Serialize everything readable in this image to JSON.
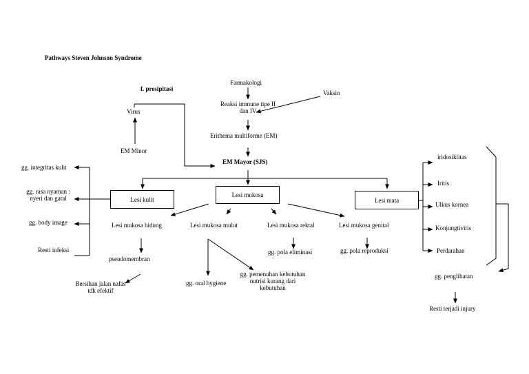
{
  "title": "Pathways Steven Johnson Syndrome",
  "nodes": {
    "f_presipitasi": "f. presipitasi",
    "farmakologi": "Farmakologi",
    "vaksin": "Vaksin",
    "virus": "Virus",
    "reaksi_imun_line1": "Reaksi immune tipe II",
    "reaksi_imun_line2": "dan IV",
    "erithema": "Erithema multiforme (EM)",
    "em_minor": "EM Minor",
    "em_mayor": "EM Mayor (SJS)",
    "lesi_kulit": "Lesi kulit",
    "lesi_mukosa": "Lesi mukosa",
    "lesi_mata": "Lesi mata",
    "lesi_hidung": "Lesi mukosa hidung",
    "lesi_mulut": "Lesi mukosa mulut",
    "lesi_rektal": "Lesi mukosa rektal",
    "lesi_genital": "Lesi mukosa genital",
    "pseudomembran": "pseudomembran",
    "bersihan_line1": "Bersihan jalan nafas",
    "bersihan_line2": "tdk efektif",
    "oral_hygiene": "gg. oral hygiene",
    "pemenuhan_line1": "gg. pemenuhan kebutuhan",
    "pemenuhan_line2": "nutrisi kurang dari",
    "pemenuhan_line3": "kebutuhan",
    "pola_eliminasi": "gg. pola eliminasi",
    "pola_reproduksi": "gg. pola reproduksi",
    "integritas_kulit": "gg. integritas kulit",
    "rasa_nyaman_line1": "gg. rasa nyaman :",
    "rasa_nyaman_line2": "nyeri dan gatal",
    "body_image": "gg. body image",
    "resti_infeksi": "Resti infeksi",
    "iridosiklitas": "iridosiklitas",
    "iritis": "Iritis",
    "ulkus_kornea": "Ulkus kornea",
    "konjungtivitis": "Konjungtivitis",
    "perdarahan": "Perdarahan",
    "penglihatan": "gg. penglihatan",
    "resti_injury": "Resti terjadi injury"
  }
}
